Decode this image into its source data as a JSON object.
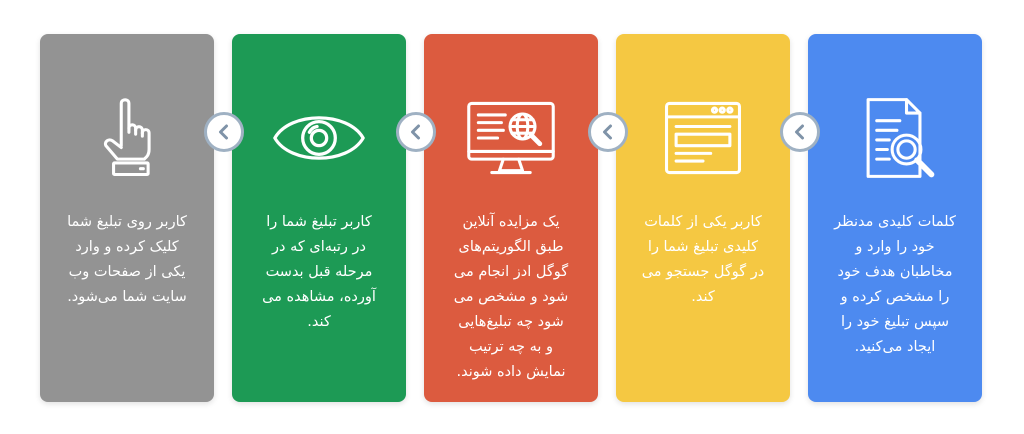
{
  "colors": {
    "card1": "#4d8af0",
    "card2": "#f5c842",
    "card3": "#dc5b3f",
    "card4": "#1d9a55",
    "card5": "#939393",
    "arrow_ring": "#9fb1c3",
    "arrow_fill": "#7f93a8"
  },
  "steps": [
    {
      "icon": "document-search-icon",
      "lines": [
        "کلمات کلیدی مدنظر",
        "خود را وارد و",
        "مخاطبان هدف خود",
        "را مشخص کرده و",
        "سپس تبلیغ خود را",
        "ایجاد می‌کنید."
      ]
    },
    {
      "icon": "browser-window-icon",
      "lines": [
        "کاربر یکی از کلمات",
        "کلیدی تبلیغ شما را",
        "در گوگل جستجو می",
        "کند."
      ]
    },
    {
      "icon": "monitor-globe-search-icon",
      "lines": [
        "یک مزایده آنلاین",
        "طبق الگوریتم‌های",
        "گوگل ادز انجام می",
        "شود و مشخص می",
        "شود چه تبلیغ‌هایی",
        "و به چه ترتیب",
        "نمایش داده شوند."
      ]
    },
    {
      "icon": "eye-icon",
      "lines": [
        "کاربر تبلیغ شما را",
        "در رتبه‌ای که در",
        "مرحله قبل بدست",
        "آورده، مشاهده می",
        "کند."
      ]
    },
    {
      "icon": "hand-pointer-icon",
      "lines": [
        "کاربر روی تبلیغ شما",
        "کلیک کرده و وارد",
        "یکی از صفحات وب",
        "سایت شما می‌شود."
      ]
    }
  ],
  "arrows": [
    "chevron-left-icon",
    "chevron-left-icon",
    "chevron-left-icon",
    "chevron-left-icon"
  ]
}
